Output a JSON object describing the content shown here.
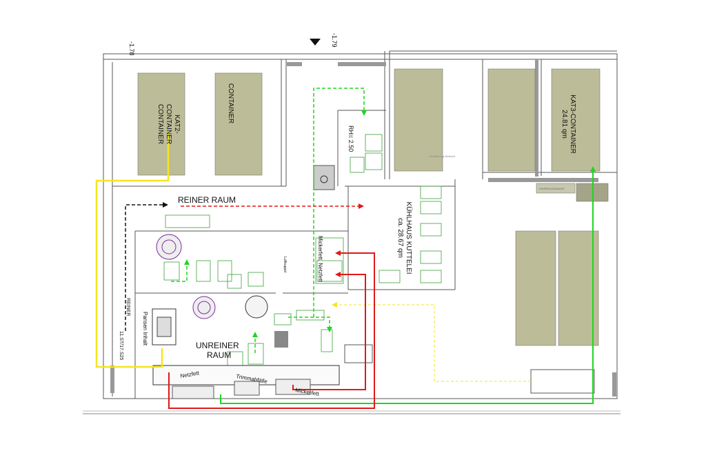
{
  "levels": {
    "left": "-1.78",
    "right": "-1.79"
  },
  "rooms": {
    "kat2_line1": "KAT2-",
    "kat2_line2": "CONTAINER",
    "kat2_line3": "CONTAINER",
    "container": "CONTAINER",
    "reiner_raum": "REINER RAUM",
    "unreiner_raum_line1": "UNREINER",
    "unreiner_raum_line2": "RAUM",
    "kuehlhaus_line1": "KÜHLHAUS KUTTELEI",
    "kuehlhaus_line2": "ca. 28.67 qm",
    "kat3_line1": "KAT3-CONTAINER",
    "kat3_line2": "24.81 qm",
    "rh": "RH= 2.50"
  },
  "annotations": {
    "pansen_inhalt": "Pansen Inhalt",
    "mickerfett_netzfett": "Mickerfett, Netzfett",
    "netzfett": "Netzfett",
    "trimmabfaelle": "Trimmabfälle",
    "mickerfett": "Mickerfett",
    "reiner_zugang": "REINER",
    "stat_code": "11.ST/17.S25",
    "luftkuppel": "Luftkuppel",
    "grundierung": "Grundierung Bestand",
    "fahrzeugwaage": "FAHRZEUGWAAGE"
  },
  "legend_colors": {
    "yellow": "#f5e61e",
    "green": "#1fd61f",
    "red": "#e01818",
    "black": "#111111",
    "container_fill": "#bcbc98"
  }
}
